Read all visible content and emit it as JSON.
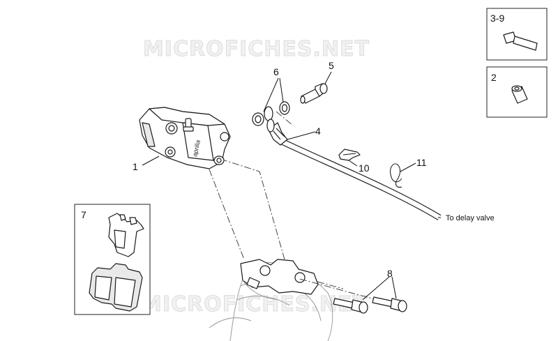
{
  "watermark": "MICROFICHES.NET",
  "callouts": {
    "c1": "1",
    "c2": "2",
    "c3_9": "3-9",
    "c4": "4",
    "c5": "5",
    "c6": "6",
    "c7": "7",
    "c8": "8",
    "c10": "10",
    "c11": "11"
  },
  "annotations": {
    "delay_valve": "To delay valve",
    "caliper_brand": "aprilia"
  }
}
